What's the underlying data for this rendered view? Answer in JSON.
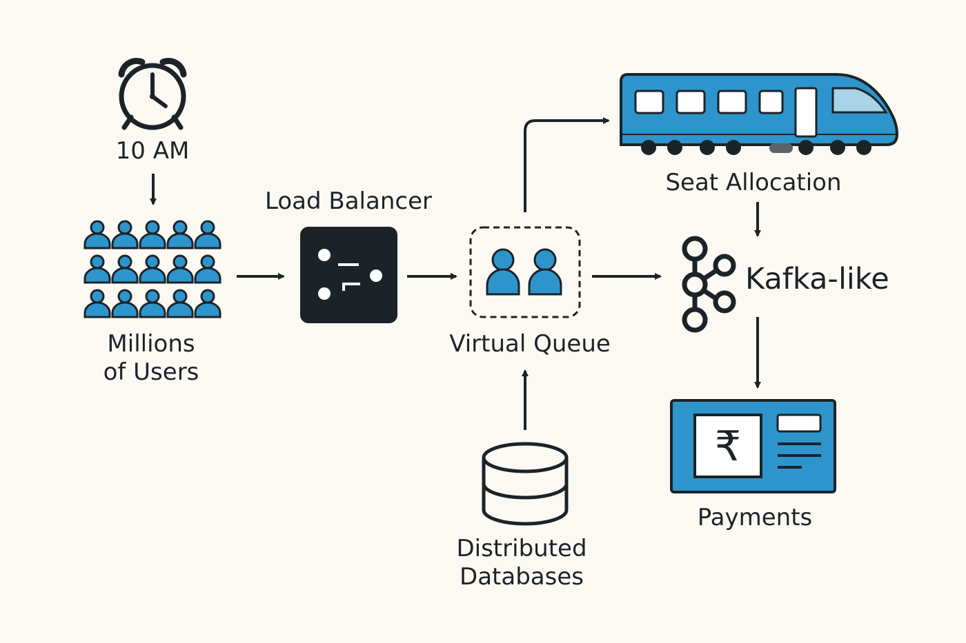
{
  "nodes": {
    "clock": {
      "label": "10 AM",
      "icon": "alarm-clock-icon"
    },
    "users": {
      "label_line1": "Millions",
      "label_line2": "of Users",
      "icon": "users-crowd-icon"
    },
    "load_balancer": {
      "label": "Load Balancer",
      "icon": "load-balancer-icon"
    },
    "virtual_queue": {
      "label": "Virtual Queue",
      "icon": "queue-users-icon"
    },
    "seat_allocation": {
      "label": "Seat Allocation",
      "icon": "train-icon"
    },
    "kafka": {
      "label": "Kafka-like",
      "icon": "kafka-icon"
    },
    "payments": {
      "label": "Payments",
      "icon": "rupee-payment-icon",
      "symbol": "₹"
    },
    "databases": {
      "label_line1": "Distributed",
      "label_line2": "Databases",
      "icon": "database-icon"
    }
  },
  "colors": {
    "background": "#fcf9f3",
    "accent_blue": "#2e95cc",
    "dark": "#1b2328",
    "train_window": "#a9d3e6"
  }
}
